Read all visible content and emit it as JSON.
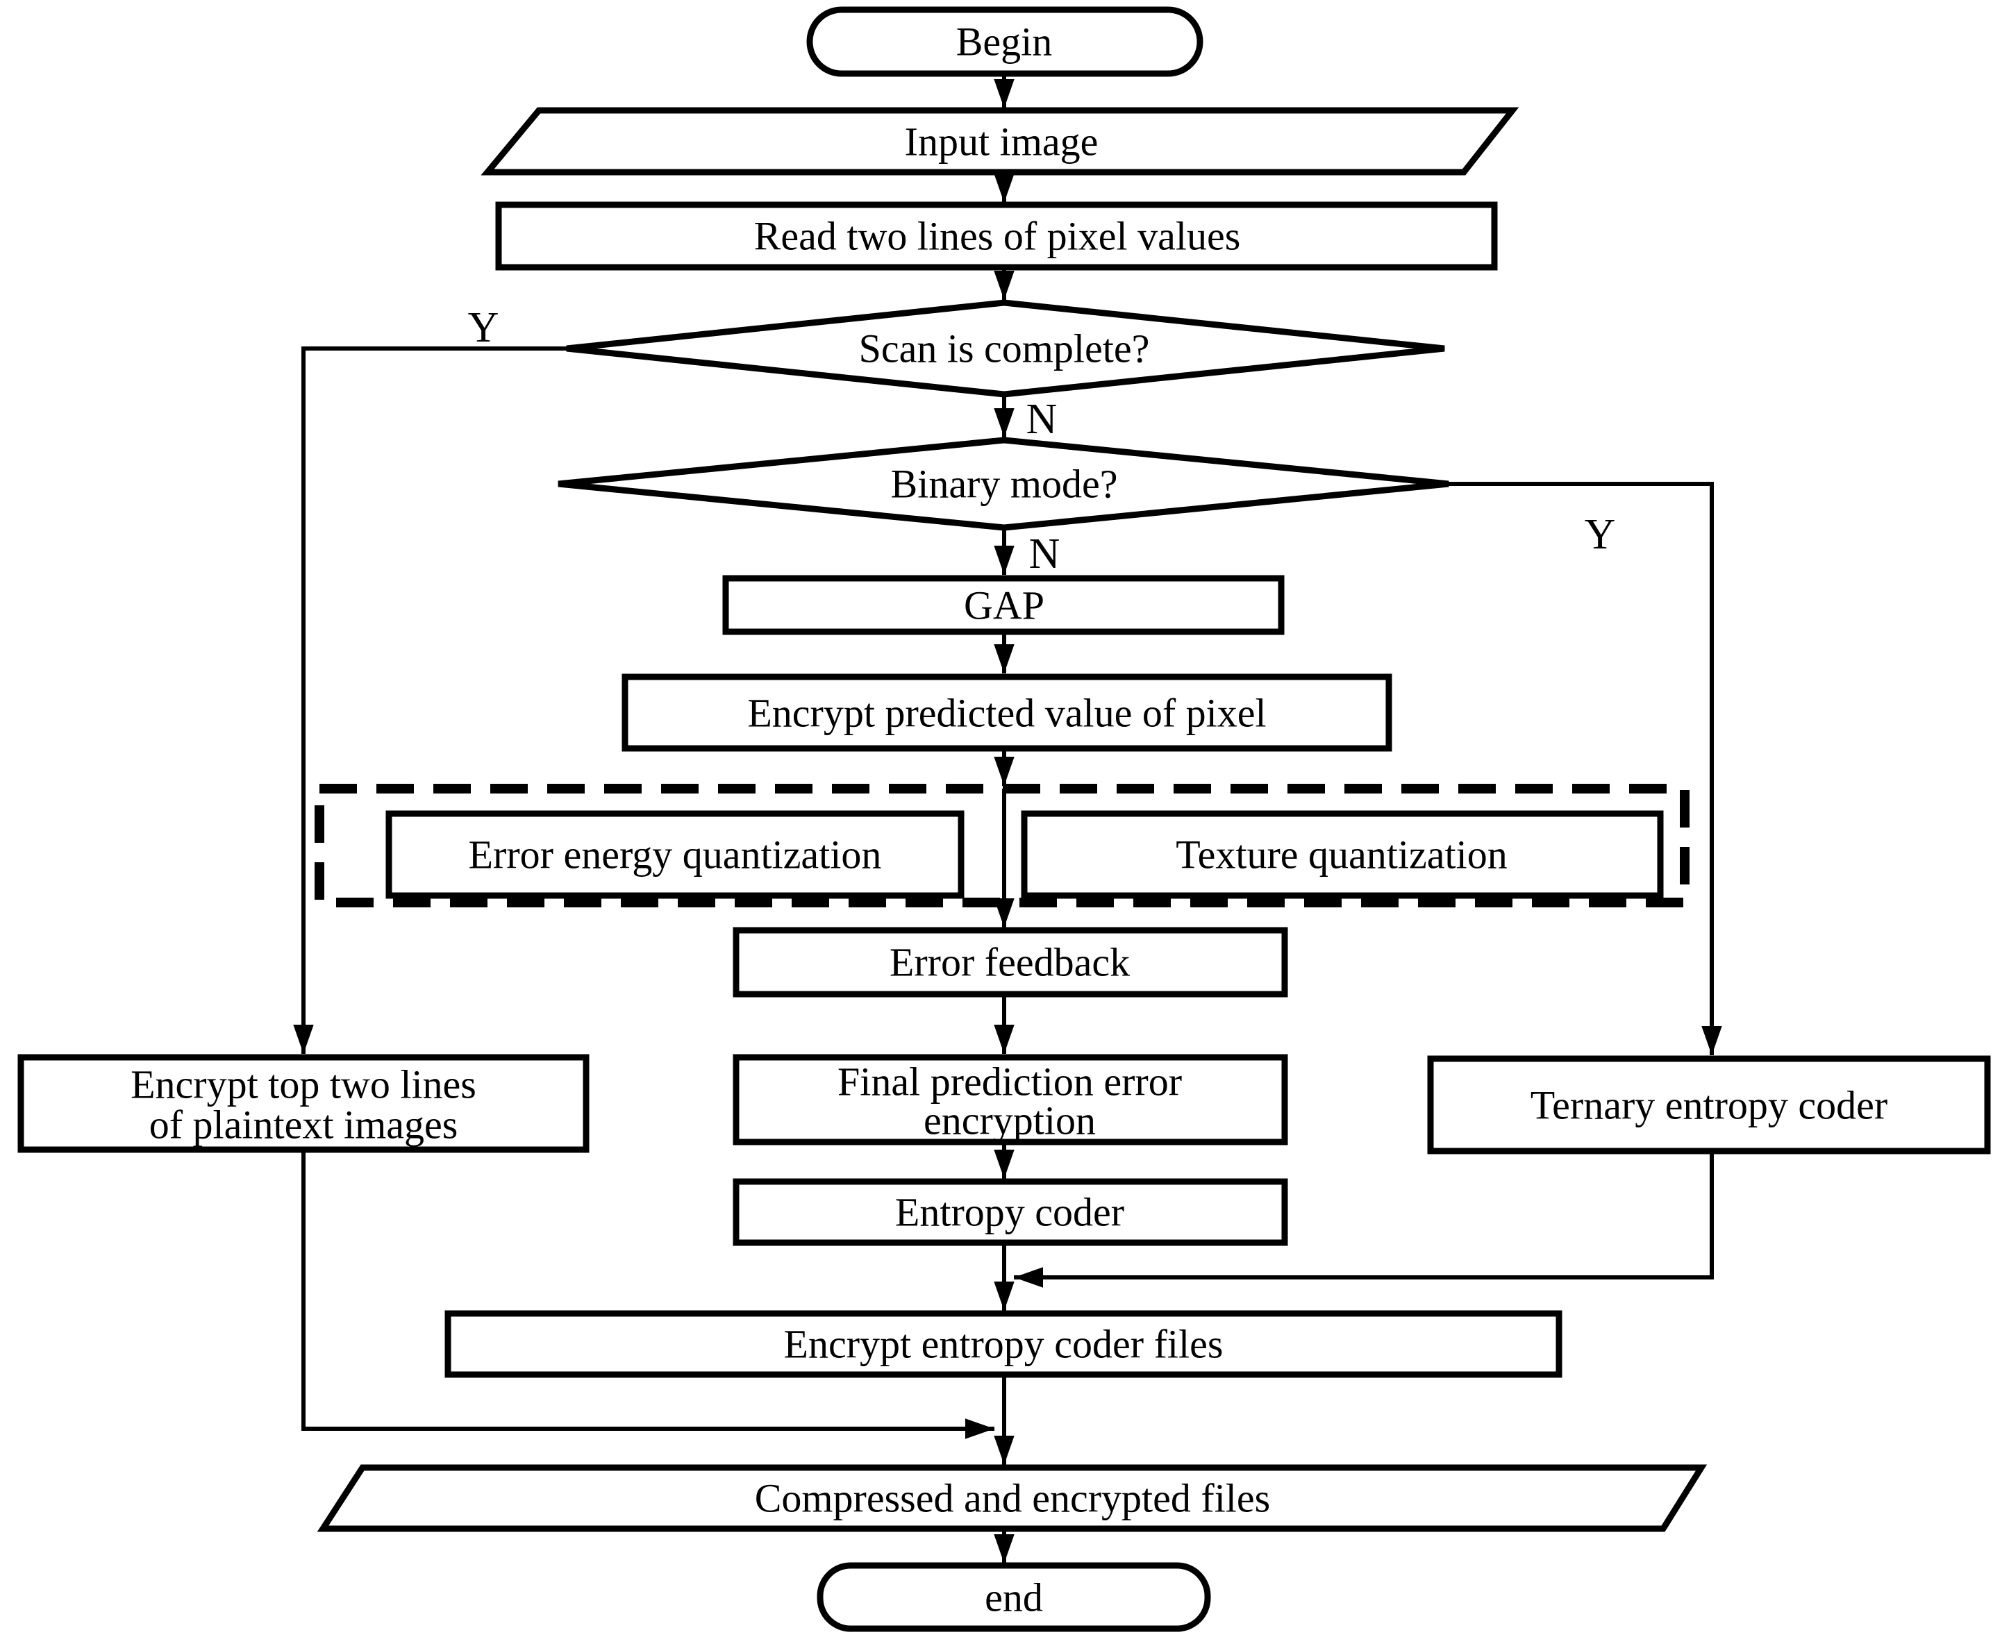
{
  "flowchart": {
    "nodes": {
      "begin": {
        "label": "Begin"
      },
      "input_image": {
        "label": "Input image"
      },
      "read_two_lines": {
        "label": "Read two lines of  pixel values"
      },
      "scan_is_complete": {
        "label": "Scan is complete?"
      },
      "binary_mode": {
        "label": "Binary mode?"
      },
      "gap": {
        "label": "GAP"
      },
      "encrypt_predicted_value": {
        "label": "Encrypt predicted value of pixel"
      },
      "error_energy_quantization": {
        "label": "Error energy quantization"
      },
      "texture_quantization": {
        "label": "Texture quantization"
      },
      "error_feedback": {
        "label": "Error feedback"
      },
      "final_prediction_error_encryption": {
        "lines": [
          "Final prediction error",
          "encryption"
        ]
      },
      "entropy_coder": {
        "label": "Entropy coder"
      },
      "encrypt_top_two_lines": {
        "lines": [
          "Encrypt top two lines",
          "of plaintext images"
        ]
      },
      "ternary_entropy_coder": {
        "label": "Ternary entropy coder"
      },
      "encrypt_entropy_coder_files": {
        "label": "Encrypt entropy coder files"
      },
      "compressed_and_encrypted_files": {
        "label": "Compressed and encrypted files"
      },
      "end": {
        "label": "end"
      }
    },
    "edge_labels": {
      "scan_yes": "Y",
      "scan_no": "N",
      "binary_no": "N",
      "binary_yes": "Y"
    },
    "colors": {
      "line": "#000000",
      "text": "#000000",
      "background": "#ffffff"
    }
  }
}
